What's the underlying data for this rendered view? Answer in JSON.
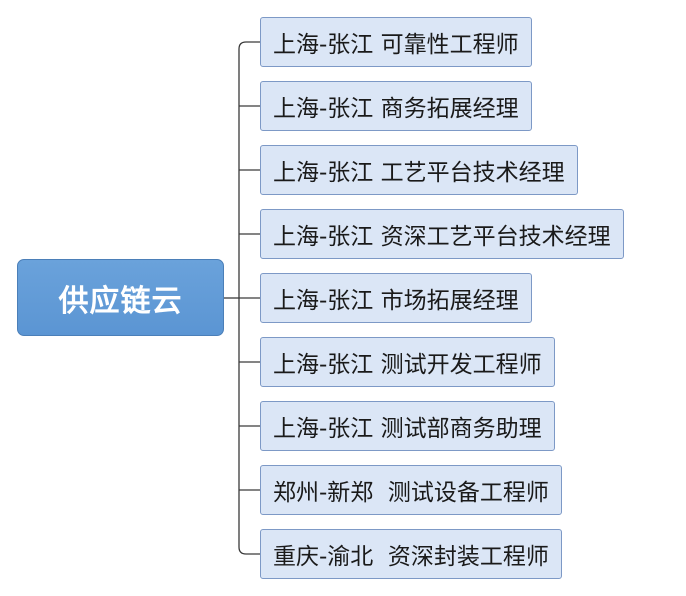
{
  "root": {
    "label": "供应链云"
  },
  "children": [
    {
      "label": "上海-张江 可靠性工程师"
    },
    {
      "label": "上海-张江 商务拓展经理"
    },
    {
      "label": "上海-张江 工艺平台技术经理"
    },
    {
      "label": "上海-张江 资深工艺平台技术经理"
    },
    {
      "label": "上海-张江 市场拓展经理"
    },
    {
      "label": "上海-张江 测试开发工程师"
    },
    {
      "label": "上海-张江 测试部商务助理"
    },
    {
      "label": "郑州-新郑  测试设备工程师"
    },
    {
      "label": "重庆-渝北  资深封装工程师"
    }
  ],
  "colors": {
    "root_fill": "#5b95d3",
    "child_fill": "#dbe6f6",
    "child_border": "#7d99c6",
    "connector": "#3a3a3a"
  }
}
